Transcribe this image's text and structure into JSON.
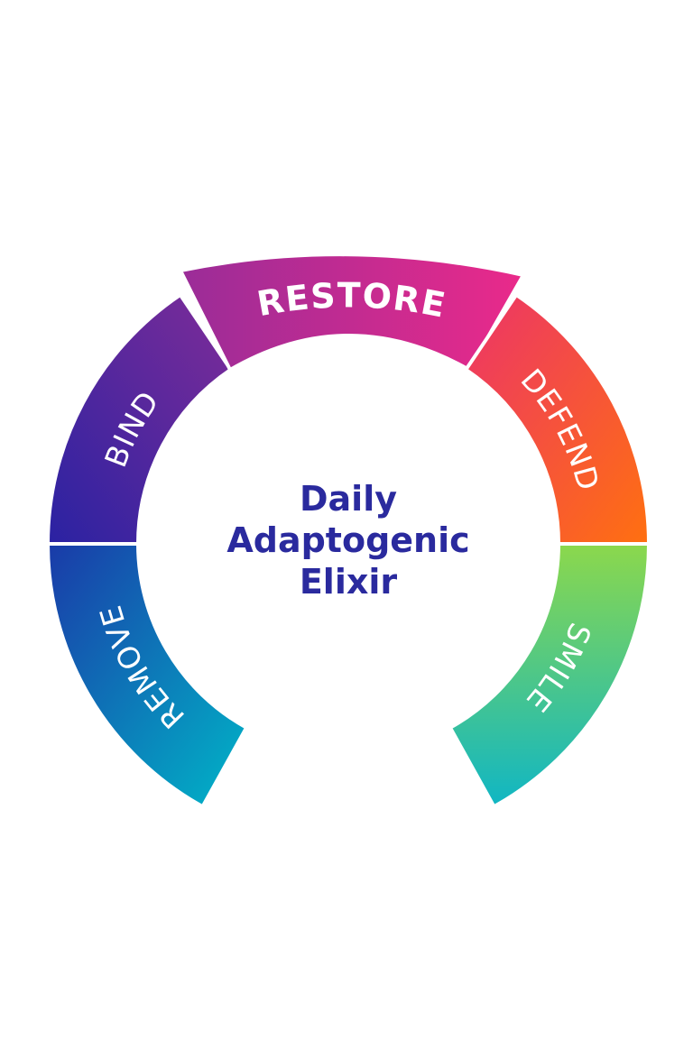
{
  "center_title": [
    "Daily",
    "Adaptogenic",
    "Elixir"
  ],
  "segments": [
    {
      "label": "REMOVE",
      "color_start": "#1a3aa8",
      "color_end": "#00b6c8"
    },
    {
      "label": "BIND",
      "color_start": "#2a22a2",
      "color_end": "#7e2c98"
    },
    {
      "label": "RESTORE",
      "color_start": "#9a2c98",
      "color_end": "#ea2a8a"
    },
    {
      "label": "DEFEND",
      "color_start": "#ec3468",
      "color_end": "#ff7010"
    },
    {
      "label": "SMILE",
      "color_start": "#8cd84c",
      "color_end": "#10b6c4"
    }
  ],
  "title_color": "#2a2a9e"
}
